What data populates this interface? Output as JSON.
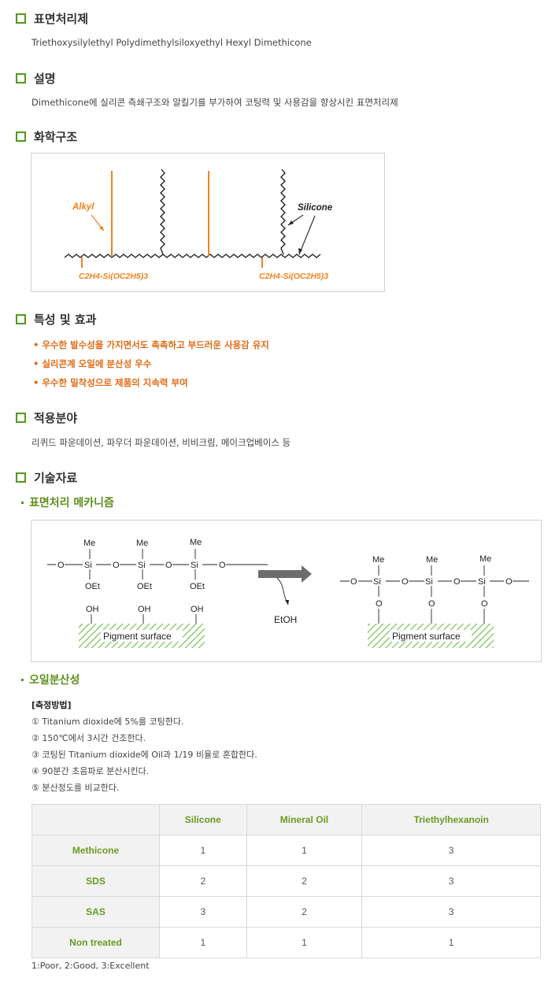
{
  "sections": {
    "surface_treatment": {
      "title": "표면처리제",
      "text": "Triethoxysilylethyl Polydimethylsiloxyethyl Hexyl Dimethicone"
    },
    "description": {
      "title": "설명",
      "text": "Dimethicone에 실리콘 측쇄구조와 알킬기를 부가하여 코팅력 및 사용감을 향상시킨 표면처리제"
    },
    "structure": {
      "title": "화학구조"
    },
    "features": {
      "title": "특성 및 효과",
      "items": [
        "• 우수한 발수성을 가지면서도 촉촉하고 부드러운 사용감 유지",
        "• 실리콘계 오일에 분산성 우수",
        "• 우수한 밀착성으로 제품의 지속력 부여"
      ]
    },
    "applications": {
      "title": "적용분야",
      "text": "리퀴드 파운데이션, 파우더 파운데이션, 비비크림, 메이크업베이스 등"
    },
    "tech": {
      "title": "기술자료"
    }
  },
  "structure_diagram": {
    "alkyl_label": "Alkyl",
    "silicone_label": "Silicone",
    "group_label": "C2H4-Si(OC2H5)3"
  },
  "mechanism": {
    "title": "표면처리 메카니즘",
    "me": "Me",
    "si": "Si",
    "o": "O",
    "oet": "OEt",
    "oh": "OH",
    "etoh": "EtOH",
    "pigment": "Pigment surface"
  },
  "dispersion": {
    "title": "오일분산성",
    "method_title": "[측정방법]",
    "steps": [
      "① Titanium dioxide에 5%를 코팅한다.",
      "② 150℃에서 3시간 건조한다.",
      "③ 코팅된 Titanium dioxide에 Oil과 1/19 비율로 혼합한다.",
      "④ 90분간 초음파로 분산시킨다.",
      "⑤ 분산정도를 비교한다."
    ],
    "table": {
      "columns": [
        "",
        "Silicone",
        "Mineral Oil",
        "Triethylhexanoin"
      ],
      "rows": [
        {
          "label": "Methicone",
          "values": [
            "1",
            "1",
            "3"
          ]
        },
        {
          "label": "SDS",
          "values": [
            "2",
            "2",
            "3"
          ]
        },
        {
          "label": "SAS",
          "values": [
            "3",
            "2",
            "3"
          ]
        },
        {
          "label": "Non treated",
          "values": [
            "1",
            "1",
            "1"
          ]
        }
      ]
    },
    "legend": "1:Poor, 2:Good, 3:Excellent"
  },
  "colors": {
    "accent_green": "#5e8f1c",
    "orange": "#e06a13",
    "alkyl_orange": "#f0821e"
  }
}
